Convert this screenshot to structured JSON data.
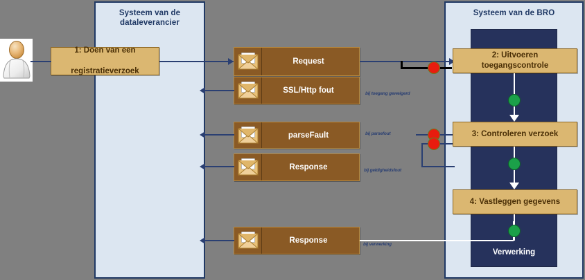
{
  "diagram": {
    "title_supplier": "Systeem van de\ndataleverancier",
    "title_supplier_line1": "Systeem van de",
    "title_supplier_line2": "dataleverancier",
    "title_bro": "Systeem van de BRO",
    "verwerking_label": "Verwerking",
    "background_color": "#808080",
    "lane_color": "#dce6f1",
    "lane_border_color": "#1f3864",
    "process_fill": "#dbb771",
    "process_border": "#8a6420",
    "message_fill": "#8a5a25",
    "message_border": "#b98a3e",
    "verwerking_fill": "#26325c",
    "connector_color": "#2a3f72",
    "decision_dot_color": "#e81c0e",
    "flow_dot_color": "#1ba049"
  },
  "actor": {
    "icon": "user-actor-icon"
  },
  "process_steps": [
    {
      "label": "1: Doen van een\nregistratieverzoek",
      "line1": "1: Doen van een",
      "line2": "registratieverzoek",
      "lane": "dataleverancier"
    },
    {
      "label": "2: Uitvoeren toegangscontrole",
      "lane": "bro"
    },
    {
      "label": "3:  Controleren verzoek",
      "lane": "bro"
    },
    {
      "label": "4: Vastleggen gegevens",
      "lane": "bro"
    }
  ],
  "messages": [
    {
      "label": "Request",
      "icon": "envelope-icon",
      "direction": "to-bro"
    },
    {
      "label": "SSL/Http fout",
      "icon": "envelope-icon",
      "direction": "to-supplier"
    },
    {
      "label": "parseFault",
      "icon": "envelope-icon",
      "direction": "to-supplier"
    },
    {
      "label": "Response",
      "icon": "envelope-icon",
      "direction": "to-supplier"
    },
    {
      "label": "Response",
      "icon": "envelope-icon",
      "direction": "to-supplier"
    }
  ],
  "conditions": [
    {
      "text": "bij toegang geweigerd"
    },
    {
      "text": "bij parsefout"
    },
    {
      "text": "bij geldigheidsfout"
    },
    {
      "text": "bij verwerking"
    }
  ]
}
